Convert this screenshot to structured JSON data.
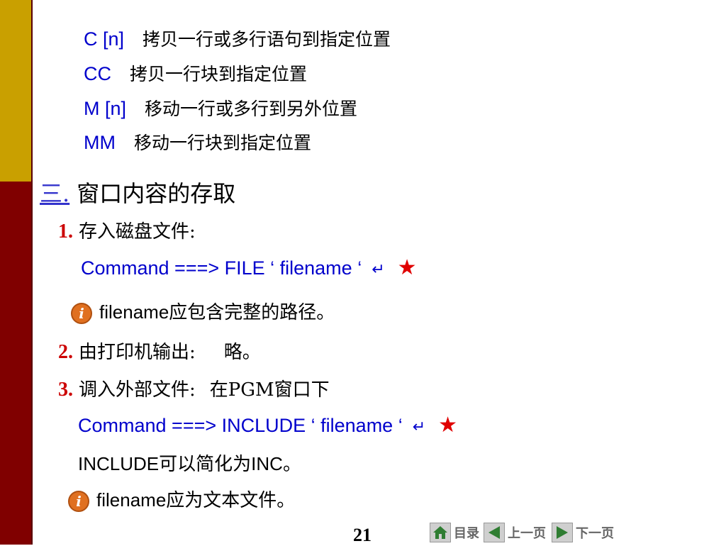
{
  "commands": [
    {
      "code": "C [n]",
      "desc": "拷贝一行或多行语句到指定位置"
    },
    {
      "code": "CC",
      "desc": "拷贝一行块到指定位置"
    },
    {
      "code": "M [n]",
      "desc": "移动一行或多行到另外位置"
    },
    {
      "code": "MM",
      "desc": "移动一行块到指定位置"
    }
  ],
  "section": {
    "number": "三.",
    "title": "窗口内容的存取"
  },
  "items": [
    {
      "number": "1.",
      "text": "存入磁盘文件:"
    },
    {
      "number": "2.",
      "text": "由打印机输出:",
      "extra": "略。"
    },
    {
      "number": "3.",
      "text": "调入外部文件:",
      "extra": "在PGM窗口下"
    }
  ],
  "command_lines": [
    {
      "text": "Command ===> FILE  ‘ filename ‘",
      "enter": "↵",
      "star": "★"
    },
    {
      "text": "Command ===> INCLUDE  ‘ filename ‘",
      "enter": "↵",
      "star": "★"
    }
  ],
  "notes": [
    {
      "en": "filename",
      "cn": "应包含完整的路径。"
    },
    {
      "en": "filename",
      "cn": "应为文本文件。"
    }
  ],
  "include_note": {
    "en1": "INCLUDE",
    "cn": "可以简化为",
    "en2": "INC",
    "end": "。"
  },
  "info_glyph": "i",
  "page_number": "21",
  "nav": {
    "home_label": "目录",
    "prev_label": "上一页",
    "next_label": "下一页"
  },
  "icons": {
    "info": "info-icon",
    "home": "home-icon",
    "prev": "left-arrow-icon",
    "next": "right-arrow-icon"
  },
  "colors": {
    "gold_bar": "#c9a000",
    "red_bar": "#800000",
    "command_blue": "#0000cc",
    "number_red": "#cc0000"
  }
}
